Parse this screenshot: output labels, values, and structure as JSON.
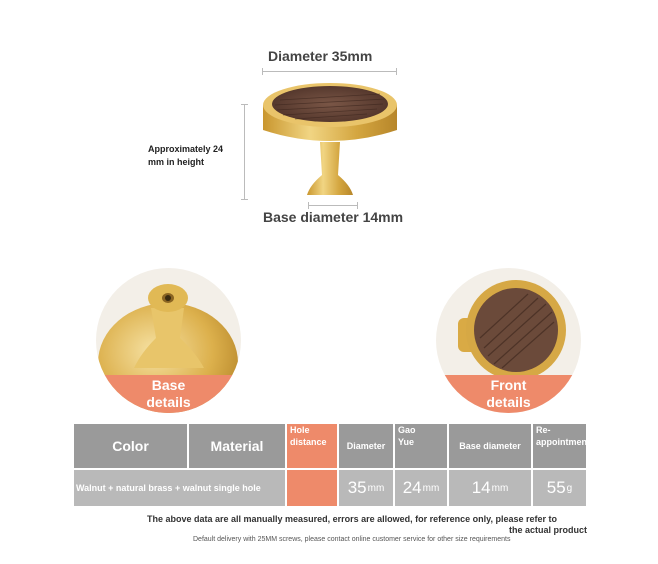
{
  "dimensions": {
    "diameter": "Diameter 35mm",
    "height_line1": "Approximately 24",
    "height_line2": "mm in height",
    "base": "Base diameter 14mm"
  },
  "details": {
    "base_line1": "Base",
    "base_line2": "details",
    "front_line1": "Front",
    "front_line2": "details"
  },
  "table": {
    "headers": {
      "color": "Color",
      "material": "Material",
      "hole_line1": "Hole",
      "hole_line2": "distance",
      "diameter": "Diameter",
      "gao_line1": "Gao",
      "gao_line2": "Yue",
      "base_diameter": "Base diameter",
      "reappoint_line1": "Re-",
      "reappoint_line2": "appointment"
    },
    "row": {
      "name": "Walnut + natural brass + walnut single hole",
      "diameter_num": "35",
      "diameter_unit": "mm",
      "height_num": "24",
      "height_unit": "mm",
      "base_num": "14",
      "base_unit": "mm",
      "weight_num": "55",
      "weight_unit": "g"
    }
  },
  "notes": {
    "line1": "The above data are all manually measured, errors are allowed, for reference only, please refer to",
    "line1b": "the actual product",
    "line2": "Default delivery with 25MM screws, please contact online customer service for other size requirements"
  },
  "colors": {
    "accent": "#ee8a6a",
    "brass": "#d9b04a",
    "walnut": "#6a4a3a",
    "header_gray": "#9a9a9a",
    "value_gray": "#b9b9b9"
  }
}
